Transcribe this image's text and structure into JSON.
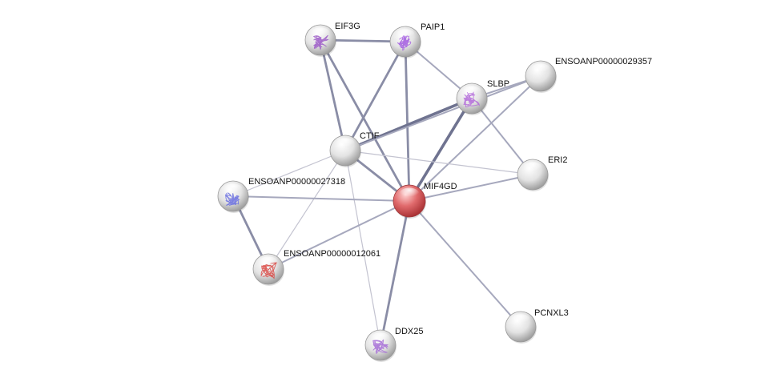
{
  "network": {
    "center_node": "MIF4GD",
    "nodes": [
      {
        "id": "EIF3G",
        "label": "EIF3G",
        "color": "#d6d6d6",
        "structure": true,
        "structure_color": "#9b59c7"
      },
      {
        "id": "PAIP1",
        "label": "PAIP1",
        "color": "#d6d6d6",
        "structure": true,
        "structure_color": "#a25be0"
      },
      {
        "id": "ENSOANP00000029357",
        "label": "ENSOANP00000029357",
        "color": "#d6d6d6",
        "structure": false
      },
      {
        "id": "SLBP",
        "label": "SLBP",
        "color": "#d6d6d6",
        "structure": true,
        "structure_color": "#b36ad9"
      },
      {
        "id": "CTIF",
        "label": "CTIF",
        "color": "#d6d6d6",
        "structure": false
      },
      {
        "id": "ERI2",
        "label": "ERI2",
        "color": "#d6d6d6",
        "structure": false
      },
      {
        "id": "ENSOANP00000027318",
        "label": "ENSOANP00000027318",
        "color": "#d6d6d6",
        "structure": true,
        "structure_color": "#6a6fe0"
      },
      {
        "id": "MIF4GD",
        "label": "MIF4GD",
        "color": "#e0565a",
        "structure": false
      },
      {
        "id": "ENSOANP00000012061",
        "label": "ENSOANP00000012061",
        "color": "#d6d6d6",
        "structure": true,
        "structure_color": "#d9443f"
      },
      {
        "id": "PCNXL3",
        "label": "PCNXL3",
        "color": "#d6d6d6",
        "structure": false
      },
      {
        "id": "DDX25",
        "label": "DDX25",
        "color": "#d6d6d6",
        "structure": true,
        "structure_color": "#a46bd6"
      }
    ],
    "edges": [
      {
        "source": "EIF3G",
        "target": "PAIP1",
        "weight": 3
      },
      {
        "source": "EIF3G",
        "target": "CTIF",
        "weight": 3
      },
      {
        "source": "EIF3G",
        "target": "MIF4GD",
        "weight": 3
      },
      {
        "source": "PAIP1",
        "target": "CTIF",
        "weight": 3
      },
      {
        "source": "PAIP1",
        "target": "MIF4GD",
        "weight": 3
      },
      {
        "source": "PAIP1",
        "target": "SLBP",
        "weight": 2
      },
      {
        "source": "SLBP",
        "target": "ENSOANP00000029357",
        "weight": 2
      },
      {
        "source": "SLBP",
        "target": "CTIF",
        "weight": 4
      },
      {
        "source": "SLBP",
        "target": "MIF4GD",
        "weight": 4
      },
      {
        "source": "SLBP",
        "target": "ERI2",
        "weight": 2
      },
      {
        "source": "ENSOANP00000029357",
        "target": "CTIF",
        "weight": 2
      },
      {
        "source": "ENSOANP00000029357",
        "target": "MIF4GD",
        "weight": 2
      },
      {
        "source": "CTIF",
        "target": "MIF4GD",
        "weight": 3
      },
      {
        "source": "CTIF",
        "target": "ERI2",
        "weight": 1
      },
      {
        "source": "CTIF",
        "target": "ENSOANP00000027318",
        "weight": 1
      },
      {
        "source": "CTIF",
        "target": "ENSOANP00000012061",
        "weight": 1
      },
      {
        "source": "CTIF",
        "target": "DDX25",
        "weight": 1
      },
      {
        "source": "ENSOANP00000027318",
        "target": "MIF4GD",
        "weight": 2
      },
      {
        "source": "ENSOANP00000027318",
        "target": "ENSOANP00000012061",
        "weight": 3
      },
      {
        "source": "ENSOANP00000012061",
        "target": "MIF4GD",
        "weight": 2
      },
      {
        "source": "MIF4GD",
        "target": "ERI2",
        "weight": 2
      },
      {
        "source": "MIF4GD",
        "target": "PCNXL3",
        "weight": 2
      },
      {
        "source": "MIF4GD",
        "target": "DDX25",
        "weight": 3
      }
    ]
  }
}
